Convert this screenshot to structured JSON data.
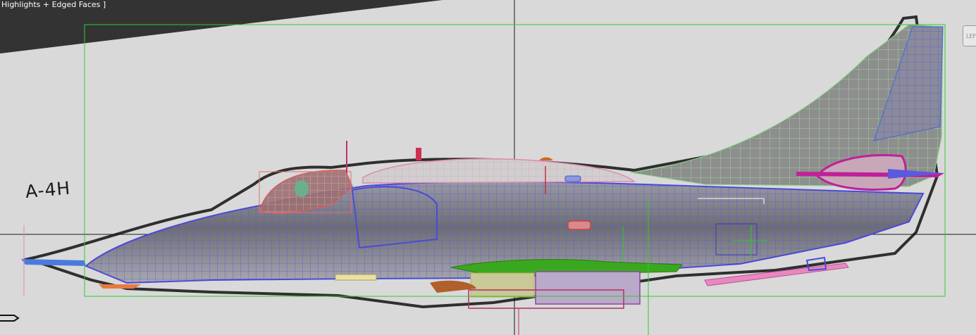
{
  "viewport": {
    "label": "Highlights + Edged Faces ]",
    "mode": "Highlights + Edged Faces",
    "background_color": "#d9d9d9",
    "overlay_color": "#333333"
  },
  "reference_image": {
    "designation": "A-4H",
    "subject": "aircraft side-view blueprint"
  },
  "scene": {
    "mesh_color": "#8a8a94",
    "wireframe_color": "#5a5ae0",
    "selection_box_color": "#2ecc2e",
    "pink_selection_color": "#e8a0c0",
    "magenta_color": "#c0209a",
    "green_part_color": "#3aa81e"
  },
  "viewcube": {
    "label": "LEF",
    "icon": "viewcube-icon"
  }
}
